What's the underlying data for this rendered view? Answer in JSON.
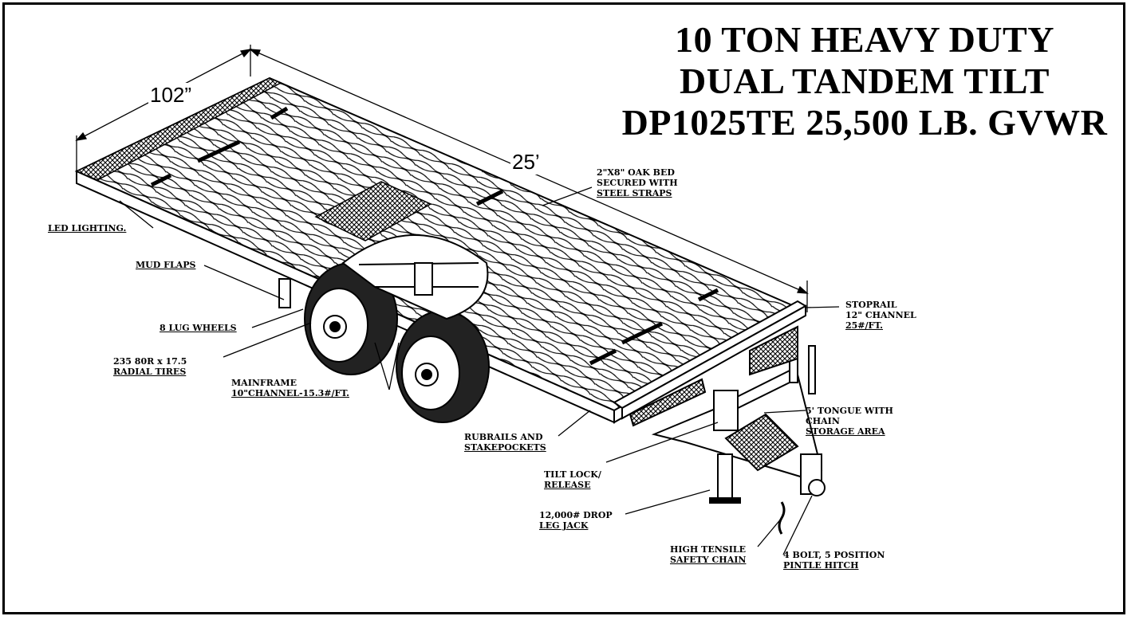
{
  "title": {
    "line1": "10 TON HEAVY DUTY",
    "line2": "DUAL TANDEM TILT",
    "line3": "DP1025TE  25,500 LB. GVWR"
  },
  "dimensions": {
    "width": "102”",
    "length": "25’"
  },
  "callouts": {
    "oak_bed": [
      "2\"X8\" OAK BED",
      "SECURED WITH",
      "STEEL STRAPS"
    ],
    "led_lighting": "LED LIGHTING.",
    "mud_flaps": "MUD FLAPS",
    "lug_wheels": "8 LUG WHEELS",
    "tires": [
      "235 80R x 17.5",
      "RADIAL TIRES"
    ],
    "mainframe": [
      "MAINFRAME",
      "10\"CHANNEL-15.3#/FT."
    ],
    "stoprail": [
      "STOPRAIL",
      "12\" CHANNEL",
      "25#/FT."
    ],
    "tongue": [
      "5' TONGUE WITH",
      "CHAIN",
      "STORAGE AREA"
    ],
    "rubrails": [
      "RUBRAILS AND",
      "STAKEPOCKETS"
    ],
    "tilt_lock": [
      "TILT LOCK/",
      "RELEASE"
    ],
    "jack": [
      "12,000# DROP",
      "LEG JACK"
    ],
    "safety_chain": [
      "HIGH TENSILE",
      "SAFETY CHAIN"
    ],
    "hitch": [
      "4 BOLT, 5 POSITION",
      "PINTLE HITCH"
    ]
  }
}
